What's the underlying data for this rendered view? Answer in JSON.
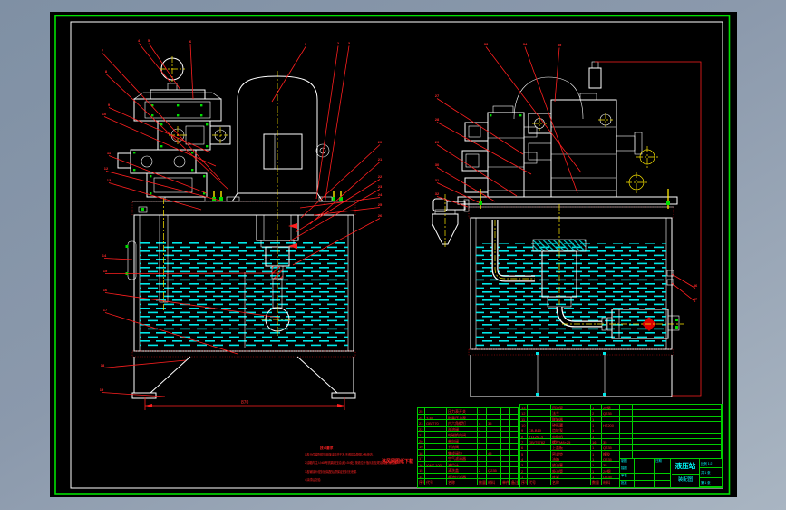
{
  "drawing": {
    "notes": {
      "title": "技术要求",
      "lines": [
        "1.各元件装配前须用煤油清洗干净,不得将杂物带入系统内.",
        "2.油箱内注入N46号抗磨液压油 (粘=3/4处), 按液位计指示加至规定高度-液位线.",
        "3.各管接头/密封面装配后须保证密封无泄漏.",
        "4.涂漆后交验."
      ]
    },
    "watermark": "沐风网图纸下载",
    "dimension_label": "870",
    "callout_labels": [
      "1",
      "2",
      "3",
      "4",
      "5",
      "6",
      "7",
      "8",
      "9",
      "10",
      "11",
      "12",
      "13",
      "14",
      "15",
      "16",
      "17",
      "18",
      "19",
      "20",
      "21",
      "22",
      "23",
      "24",
      "25",
      "26",
      "27",
      "28",
      "29",
      "30",
      "31",
      "32",
      "33",
      "34",
      "35",
      "36",
      "37"
    ]
  },
  "bom_left": {
    "header": [
      "序号",
      "代号",
      "名称",
      "数量",
      "材料",
      "单件",
      "备注"
    ],
    "rows": [
      [
        "25",
        "",
        "压力表开关",
        "1",
        "",
        "",
        ""
      ],
      [
        "24",
        "Y-60",
        "耐震压力表",
        "1",
        "",
        "",
        ""
      ],
      [
        "23",
        "GB/T70",
        "内六角螺钉",
        "4",
        "35",
        "",
        ""
      ],
      [
        "22",
        "",
        "溢流阀",
        "1",
        "",
        "",
        ""
      ],
      [
        "21",
        "",
        "电磁换向阀",
        "2",
        "",
        "",
        ""
      ],
      [
        "20",
        "",
        "单向阀",
        "1",
        "",
        "",
        ""
      ],
      [
        "19",
        "",
        "节流阀",
        "1",
        "",
        "",
        ""
      ],
      [
        "18",
        "",
        "集成阀块",
        "1",
        "45",
        "",
        ""
      ],
      [
        "17",
        "",
        "空气滤清器",
        "1",
        "",
        "",
        ""
      ],
      [
        "16",
        "YWZ-100",
        "液位计",
        "1",
        "",
        "",
        ""
      ],
      [
        "15",
        "",
        "清洗盖",
        "2",
        "Q235",
        "",
        ""
      ],
      [
        "14",
        "",
        "吸油过滤器",
        "1",
        "",
        "",
        ""
      ]
    ]
  },
  "bom_right": {
    "header": [
      "序号",
      "代号",
      "名称",
      "数量",
      "材料",
      "单重",
      "总重",
      "备注"
    ],
    "rows": [
      [
        "13",
        "",
        "回油管",
        "1",
        "20钢",
        "",
        "",
        ""
      ],
      [
        "12",
        "",
        "法兰",
        "2",
        "Q235",
        "",
        "",
        ""
      ],
      [
        "11",
        "",
        "联轴器",
        "1",
        "",
        "",
        "",
        ""
      ],
      [
        "10",
        "",
        "钟形罩",
        "1",
        "HT200",
        "",
        "",
        ""
      ],
      [
        "9",
        "CB-B10",
        "齿轮泵",
        "1",
        "",
        "",
        "",
        ""
      ],
      [
        "8",
        "Y112M-4",
        "电动机",
        "1",
        "",
        "",
        "",
        ""
      ],
      [
        "7",
        "GB/T5782",
        "螺栓M8×25",
        "16",
        "35",
        "",
        "",
        ""
      ],
      [
        "6",
        "",
        "上盖板",
        "1",
        "Q235",
        "",
        "",
        ""
      ],
      [
        "5",
        "",
        "密封垫",
        "1",
        "橡胶",
        "",
        "",
        ""
      ],
      [
        "4",
        "",
        "油箱",
        "1",
        "Q235",
        "",
        "",
        ""
      ],
      [
        "3",
        "",
        "放油塞",
        "1",
        "35",
        "",
        "",
        ""
      ],
      [
        "2",
        "",
        "吸油管",
        "1",
        "20钢",
        "",
        "",
        ""
      ],
      [
        "1",
        "",
        "底架",
        "1",
        "Q235",
        "",
        "",
        ""
      ]
    ]
  },
  "title_block": {
    "title": "液压站",
    "subtitle": "装配图",
    "left_rows": [
      [
        "制图",
        "",
        "日期"
      ],
      [
        "描图",
        "",
        ""
      ],
      [
        "审核",
        "",
        ""
      ],
      [
        "批准",
        "",
        ""
      ]
    ],
    "right_rows": [
      "比例 1:2",
      "共 1 张",
      "第 1 张"
    ]
  },
  "colors": {
    "background": "#8a99ac",
    "canvas": "#000000",
    "line_white": "#ffffff",
    "line_green": "#00cc00",
    "line_red": "#ff1f1f",
    "line_cyan": "#00e8e8",
    "line_yellow": "#ffe900",
    "text_cyan": "#00ffff"
  }
}
